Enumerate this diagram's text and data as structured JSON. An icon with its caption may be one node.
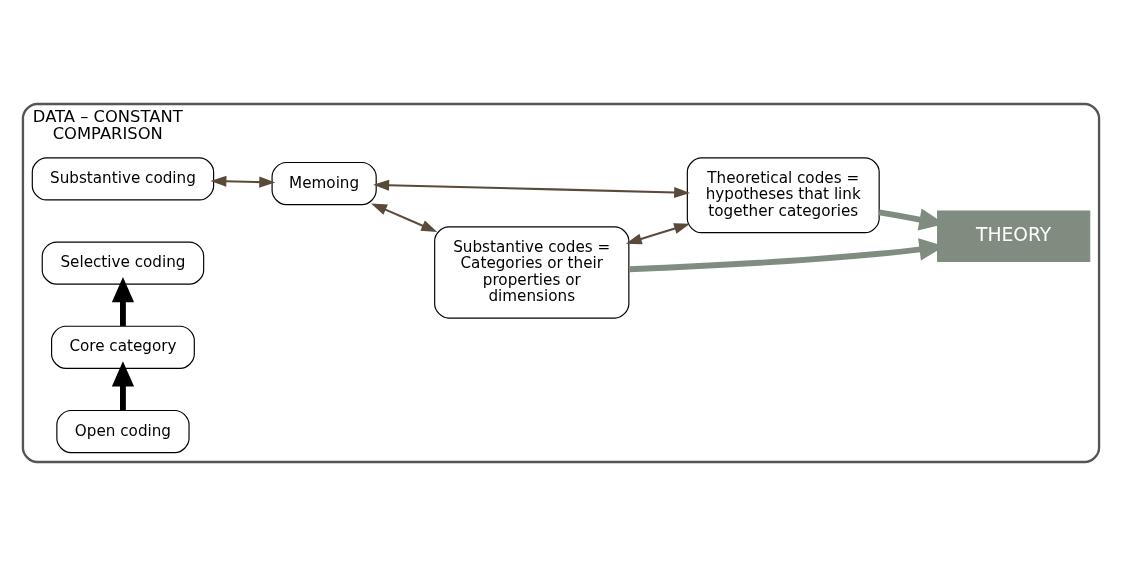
{
  "diagram": {
    "nodes": [
      {
        "text": [
          "DATA – CONSTANT COMPARISON"
        ]
      },
      {
        "text": [
          "Substantive coding"
        ],
        "in": 0
      },
      {
        "text": [
          "Open coding"
        ],
        "in": 0
      },
      {
        "text": [
          "Core category"
        ],
        "in": 0
      },
      {
        "text": [
          "Selective coding"
        ],
        "in": 0
      },
      {
        "text": [
          "Substantive codes = Categories or their properties or dimensions"
        ],
        "in": 0
      },
      {
        "text": [
          "THEORY"
        ],
        "in": 0
      },
      {
        "text": [
          "Theoretical codes = hypotheses that link together categories"
        ],
        "in": 0
      },
      {
        "text": [
          "Memoing"
        ],
        "in": 0
      }
    ],
    "edges": [
      {
        "from": 2,
        "to": 3,
        "arrow": "to",
        "style": "thick",
        "color": "#000000"
      },
      {
        "from": 3,
        "to": 4,
        "arrow": "to",
        "style": "thick",
        "color": "#000000"
      },
      {
        "from": 5,
        "to": 6,
        "arrow": "to",
        "style": "thick",
        "color": "#7f8c7f"
      },
      {
        "from": 7,
        "to": 6,
        "arrow": "to",
        "style": "thick",
        "color": "#7f8c7f"
      },
      {
        "from": 1,
        "to": 8,
        "arrow": "both"
      },
      {
        "from": 8,
        "to": 5,
        "arrow": "both"
      },
      {
        "from": 8,
        "to": 7,
        "arrow": "both"
      },
      {
        "from": 5,
        "to": 7,
        "arrow": "both"
      }
    ]
  }
}
